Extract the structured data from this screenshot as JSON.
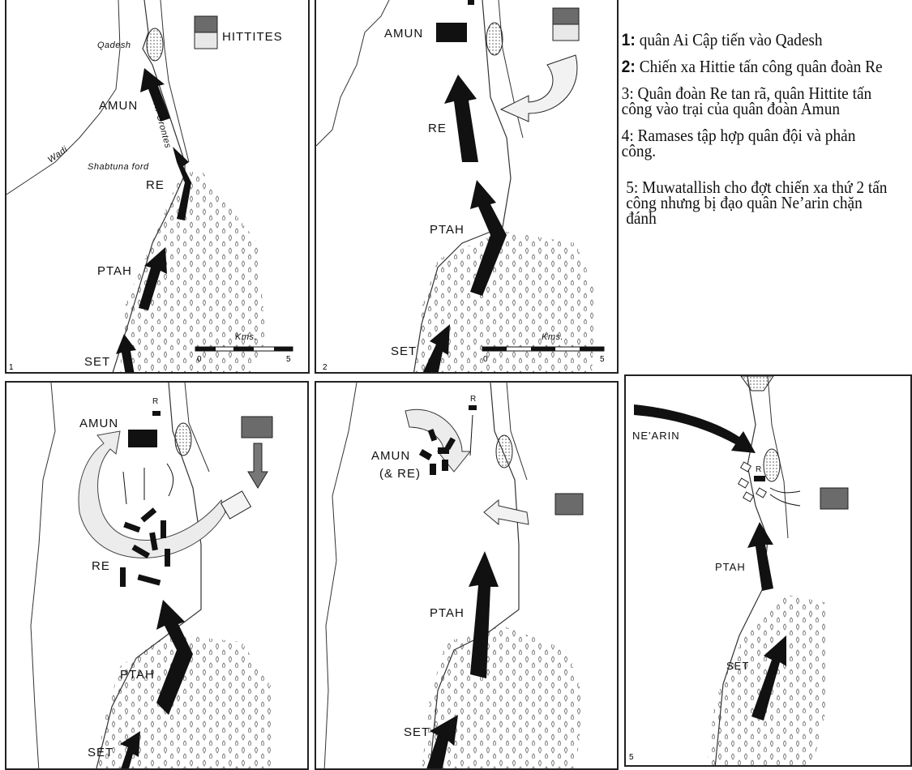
{
  "panels": [
    {
      "number": "1",
      "labels": {
        "amun": "AMUN",
        "re": "RE",
        "ptah": "PTAH",
        "set": "SET",
        "qadesh": "Qadesh",
        "river": "R. Orontes",
        "wadi": "Wadi",
        "ford": "Shabtuna ford",
        "hittites": "HITTITES",
        "scale_unit": "Kms.",
        "scale_0": "0",
        "scale_5": "5"
      }
    },
    {
      "number": "2",
      "labels": {
        "amun": "AMUN",
        "re": "RE",
        "ptah": "PTAH",
        "set": "SET",
        "scale_unit": "Kms.",
        "scale_0": "0",
        "scale_5": "5"
      }
    },
    {
      "number": "",
      "labels": {
        "amun": "AMUN",
        "r": "R",
        "re": "RE",
        "ptah": "PTAH",
        "set": "SET"
      }
    },
    {
      "number": "",
      "labels": {
        "amun": "AMUN",
        "amun2": "(& RE)",
        "r": "R",
        "ptah": "PTAH",
        "set": "SET"
      }
    },
    {
      "number": "5",
      "labels": {
        "nearin": "NE'ARIN",
        "r": "R",
        "ptah": "PTAH",
        "set": "SET"
      }
    }
  ],
  "legend": [
    {
      "num": "1:",
      "text": "quân Ai Cập tiến vào Qadesh"
    },
    {
      "num": "2:",
      "text": "Chiến xa Hittie tấn công quân đoàn Re"
    },
    {
      "num": "",
      "text": "3: Quân đoàn Re tan rã, quân Hittite tấn công vào trại của quân đoàn Amun"
    },
    {
      "num": "",
      "text": "4: Ramases tập hợp quân đội và phản công."
    },
    {
      "num": "",
      "text": "5: Muwatallish cho đợt chiến xa thứ 2 tấn công nhưng bị đạo quân Ne’arin chặn đánh"
    }
  ],
  "colors": {
    "hittite": "#6b6b6b",
    "egypt": "#111111",
    "paper": "#ffffff"
  }
}
